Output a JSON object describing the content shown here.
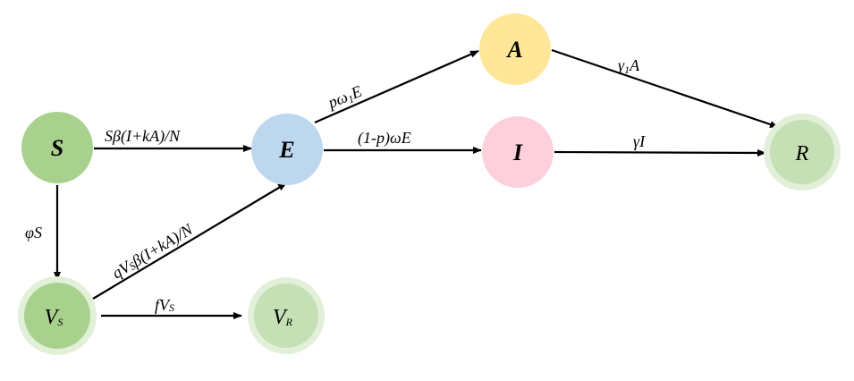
{
  "diagram": {
    "type": "compartmental-model",
    "nodes": {
      "S": {
        "label": "S",
        "sub": "",
        "fill": "#a9d18e",
        "ring": "",
        "bold": true
      },
      "E": {
        "label": "E",
        "sub": "",
        "fill": "#bdd7ee",
        "ring": "",
        "bold": true
      },
      "A": {
        "label": "A",
        "sub": "",
        "fill": "#ffe699",
        "ring": "",
        "bold": true
      },
      "I": {
        "label": "I",
        "sub": "",
        "fill": "#fdd0dc",
        "ring": "",
        "bold": true
      },
      "R": {
        "label": "R",
        "sub": "",
        "fill": "#c5e0b4",
        "ring": "#e2f0d9",
        "bold": false
      },
      "VS": {
        "label": "V",
        "sub": "S",
        "fill": "#a9d18e",
        "ring": "#e2f0d9",
        "bold": false
      },
      "VR": {
        "label": "V",
        "sub": "R",
        "fill": "#c5e0b4",
        "ring": "#e2f0d9",
        "bold": false
      }
    },
    "edges": [
      {
        "id": "S-E",
        "from": "S",
        "to": "E",
        "label_main": "Sβ(I+kA)/N",
        "label_sub": "",
        "label_tail": ""
      },
      {
        "id": "E-A",
        "from": "E",
        "to": "A",
        "label_main": "pω",
        "label_sub": "1",
        "label_tail": "E"
      },
      {
        "id": "E-I",
        "from": "E",
        "to": "I",
        "label_main": "(1-p)ωE",
        "label_sub": "",
        "label_tail": ""
      },
      {
        "id": "A-R",
        "from": "A",
        "to": "R",
        "label_main": "γ",
        "label_sub": "1",
        "label_tail": "A"
      },
      {
        "id": "I-R",
        "from": "I",
        "to": "R",
        "label_main": "γI",
        "label_sub": "",
        "label_tail": ""
      },
      {
        "id": "S-VS",
        "from": "S",
        "to": "VS",
        "label_main": "φS",
        "label_sub": "",
        "label_tail": ""
      },
      {
        "id": "VS-E",
        "from": "VS",
        "to": "E",
        "label_main": "qV",
        "label_sub": "S",
        "label_tail": "β(I+kA)/N"
      },
      {
        "id": "VS-VR",
        "from": "VS",
        "to": "VR",
        "label_main": "fV",
        "label_sub": "S",
        "label_tail": ""
      }
    ]
  }
}
